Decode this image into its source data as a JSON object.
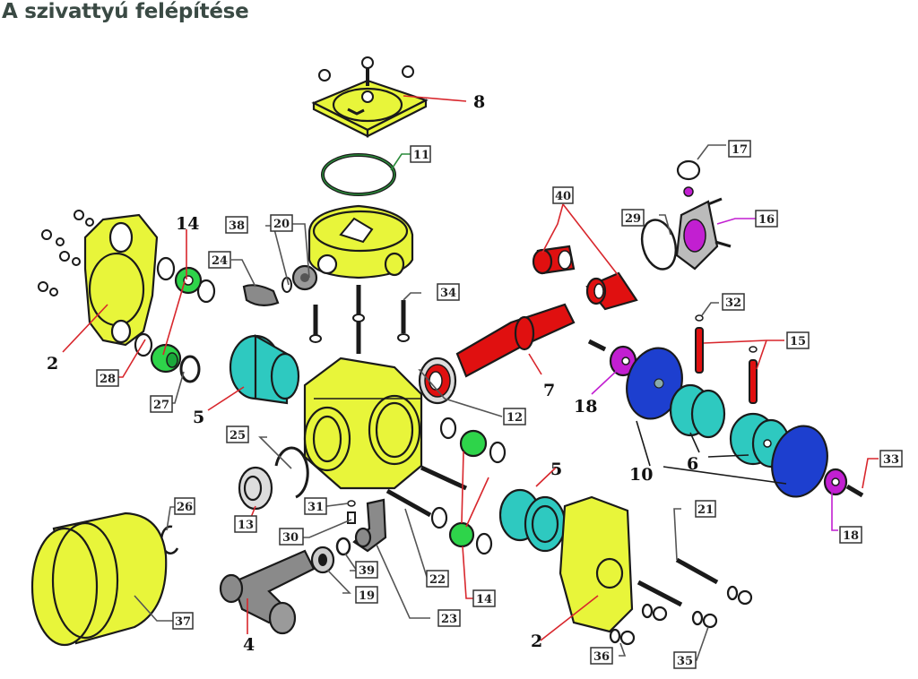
{
  "title": "A szivattyú felépítése",
  "colors": {
    "housing": "#e8f53a",
    "piston": "#2ec9c0",
    "diaphragm": "#1d3fcf",
    "shaft": "#e01010",
    "valve": "#2ed44a",
    "regulator": "#c21fd1",
    "manifold": "#8a8a8a",
    "leader_red": "#d8262c",
    "leader_magenta": "#c21fd1",
    "leader_green": "#2a8a3a",
    "leader_gray": "#555555"
  },
  "labels_bold": {
    "l2a": "2",
    "l2b": "2",
    "l4": "4",
    "l5a": "5",
    "l5b": "5",
    "l6": "6",
    "l7": "7",
    "l8": "8",
    "l10": "10",
    "l14a": "14",
    "l18a": "18"
  },
  "labels_boxed": {
    "b11": "11",
    "b12": "12",
    "b13": "13",
    "b14": "14",
    "b15": "15",
    "b16": "16",
    "b17": "17",
    "b18": "18",
    "b19": "19",
    "b20": "20",
    "b21": "21",
    "b22": "22",
    "b23": "23",
    "b24": "24",
    "b25": "25",
    "b26": "26",
    "b27": "27",
    "b28": "28",
    "b29": "29",
    "b30": "30",
    "b31": "31",
    "b32": "32",
    "b33": "33",
    "b34": "34",
    "b35": "35",
    "b36": "36",
    "b37": "37",
    "b38": "38",
    "b39": "39",
    "b40": "40"
  }
}
